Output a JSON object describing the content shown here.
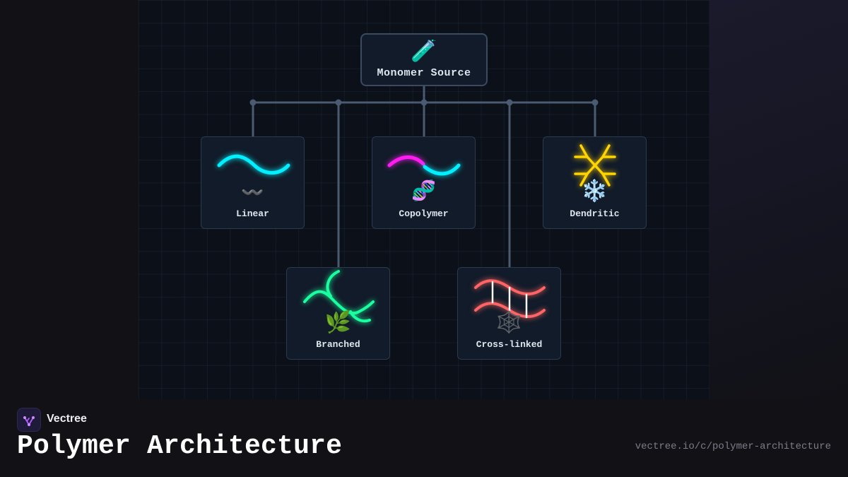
{
  "diagram": {
    "root": {
      "label": "Monomer Source",
      "icon": "test-tube-icon",
      "emoji": "🧪"
    },
    "children": [
      {
        "id": "linear",
        "label": "Linear",
        "icon": "wavy-dash-icon",
        "emoji": "〰️",
        "color": "#00f0ff"
      },
      {
        "id": "copolymer",
        "label": "Copolymer",
        "icon": "dna-icon",
        "emoji": "🧬",
        "colors": [
          "#ff1cf2",
          "#00f0ff"
        ]
      },
      {
        "id": "dendritic",
        "label": "Dendritic",
        "icon": "snowflake-icon",
        "emoji": "❄️",
        "color": "#ffd400"
      },
      {
        "id": "branched",
        "label": "Branched",
        "icon": "herb-icon",
        "emoji": "🌿",
        "color": "#19ffa0"
      },
      {
        "id": "cross-linked",
        "label": "Cross-linked",
        "icon": "spider-web-icon",
        "emoji": "🕸️",
        "colors": [
          "#ff6464",
          "#ffffff"
        ]
      }
    ]
  },
  "colors": {
    "connector": "#4a5a70",
    "node_border": "#2b3a4e",
    "node_bg": "#111b29",
    "canvas_bg": "#0b1019"
  },
  "footer": {
    "brand": "Vectree",
    "brand_icon": "vectree-logo-icon",
    "title": "Polymer Architecture",
    "url": "vectree.io/c/polymer-architecture"
  }
}
